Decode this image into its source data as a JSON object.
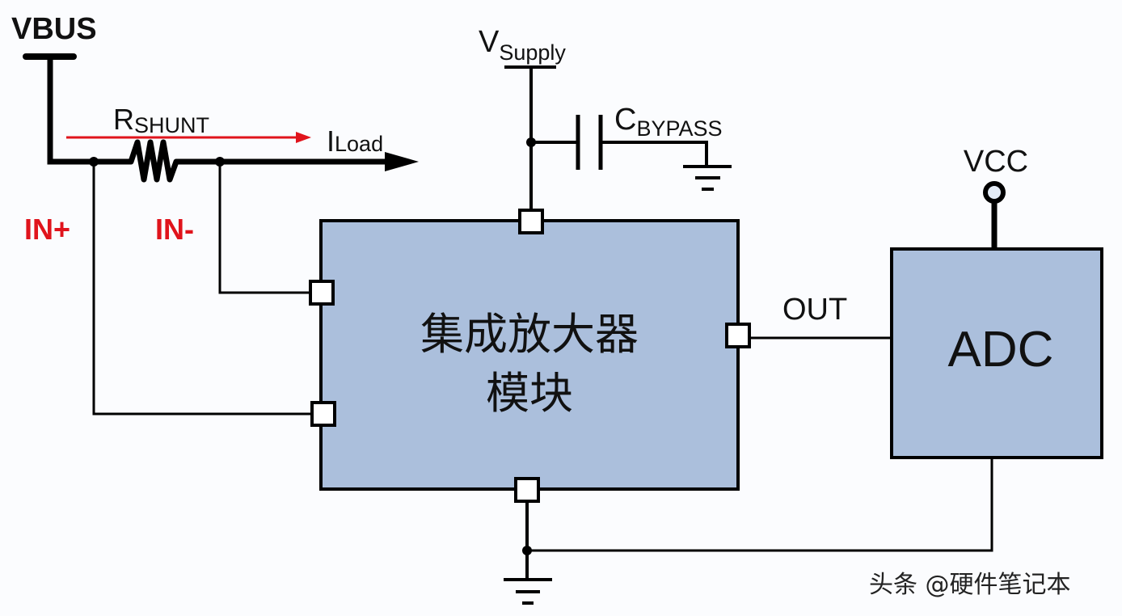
{
  "colors": {
    "block_fill": "#abbfdc",
    "wire": "#000000",
    "current_arrow": "#e0141c",
    "sense_labels": "#e0141c",
    "background": "#fbfcfe"
  },
  "labels": {
    "vbus": "VBUS",
    "rshunt_main": "R",
    "rshunt_sub": "SHUNT",
    "iload_main": "I",
    "iload_sub": "Load",
    "vsupply_main": "V",
    "vsupply_sub": "Supply",
    "cbypass_main": "C",
    "cbypass_sub": "BYPASS",
    "vcc": "VCC",
    "in_plus": "IN+",
    "in_minus": "IN-",
    "out": "OUT"
  },
  "blocks": {
    "amplifier_line1": "集成放大器",
    "amplifier_line2": "模块",
    "adc": "ADC"
  },
  "watermark": "头条 @硬件笔记本",
  "icons": {
    "resistor": "resistor-icon",
    "capacitor": "capacitor-icon",
    "ground": "ground-icon",
    "terminal": "vcc-terminal-icon",
    "arrow": "arrow-icon"
  }
}
